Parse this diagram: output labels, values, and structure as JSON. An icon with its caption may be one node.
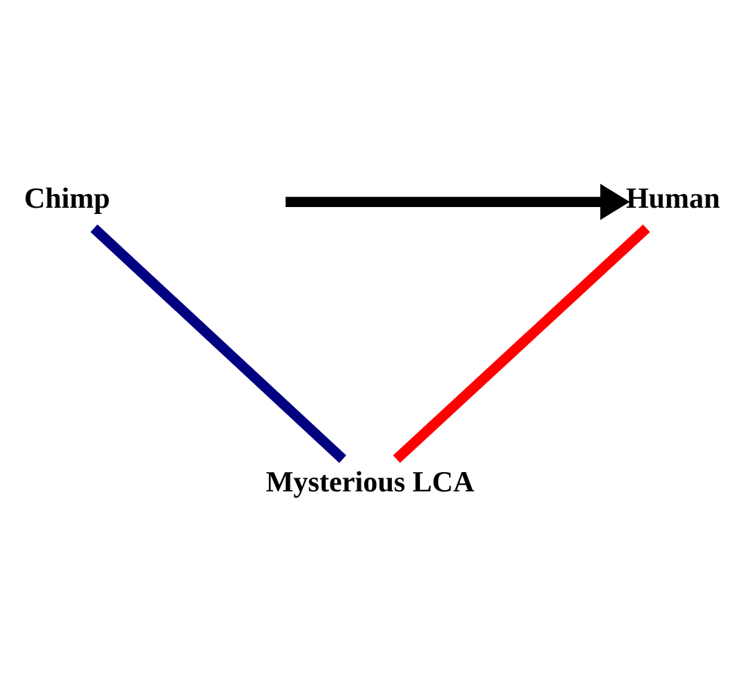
{
  "diagram": {
    "nodes": [
      {
        "text": [
          "Chimp"
        ]
      },
      {
        "text": [
          "Human"
        ]
      },
      {
        "text": [
          "Mysterious LCA"
        ]
      }
    ],
    "edges": [
      {
        "from": 2,
        "to": 0,
        "arrow": "none",
        "color": "#000080"
      },
      {
        "from": 2,
        "to": 1,
        "arrow": "none",
        "color": "#ff0000"
      },
      {
        "from": null,
        "to": 1,
        "arrow": "to",
        "color": "#000000"
      }
    ]
  }
}
